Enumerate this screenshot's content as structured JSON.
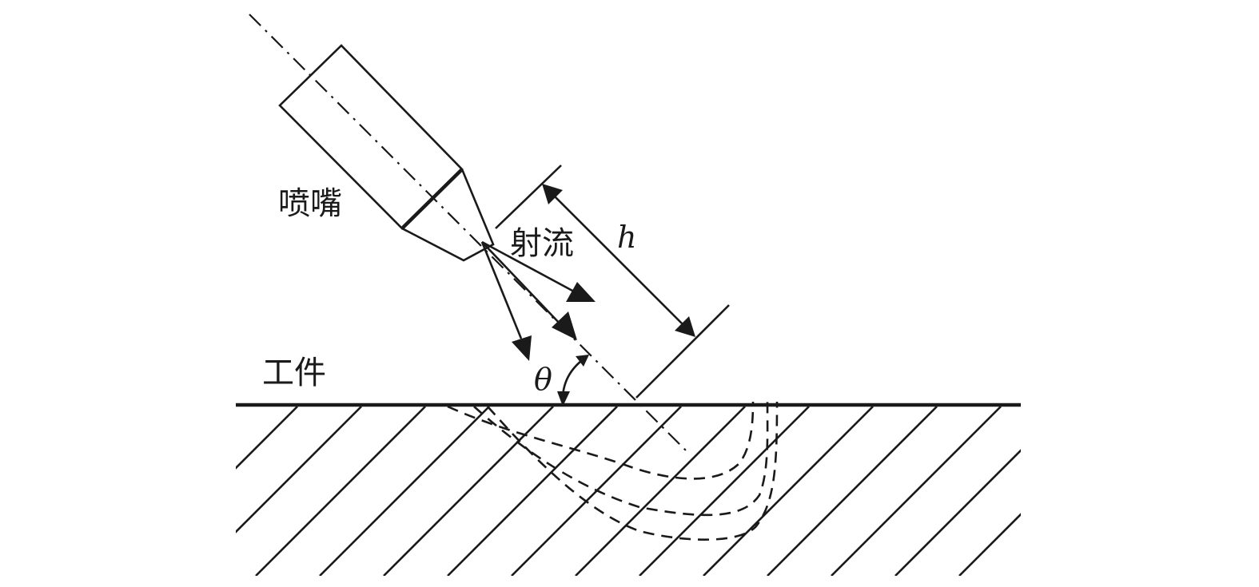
{
  "labels": {
    "nozzle": "喷嘴",
    "jet": "射流",
    "workpiece": "工件",
    "distance": "h",
    "angle": "θ"
  }
}
